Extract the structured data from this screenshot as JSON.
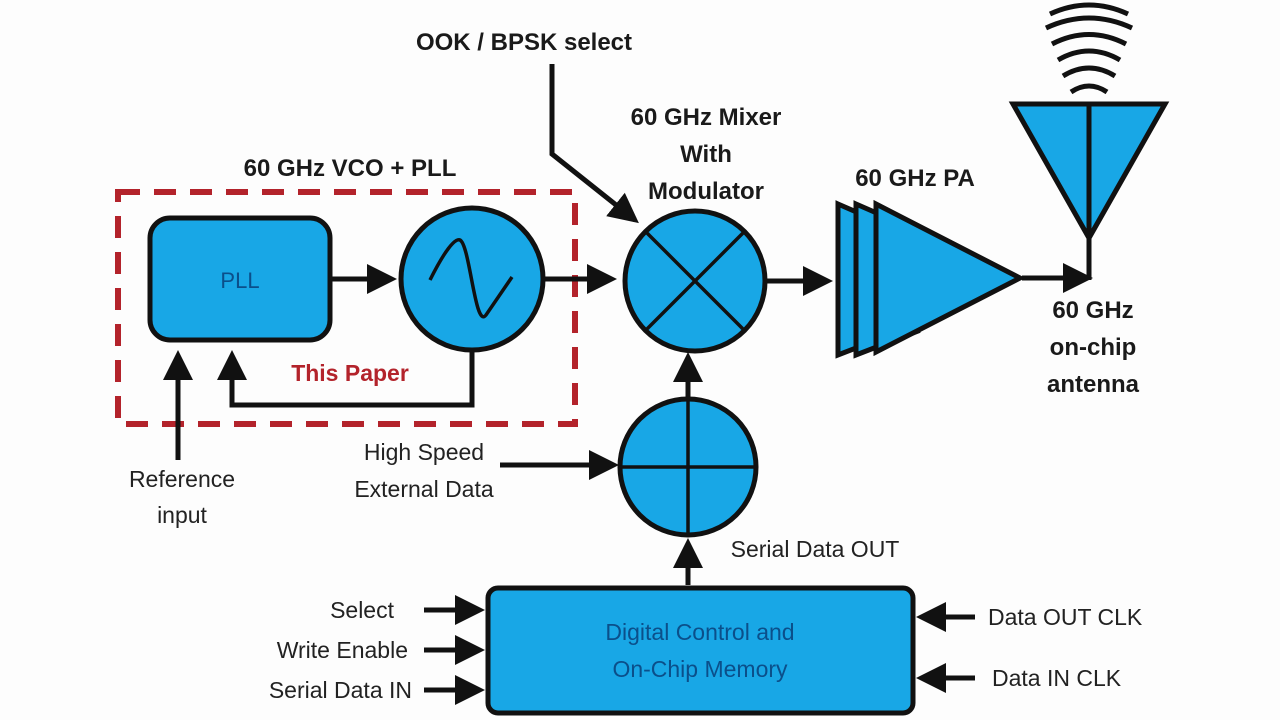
{
  "diagram": {
    "colors": {
      "block_fill": "#18a7e6",
      "outline": "#111111",
      "highlight_box": "#b3232b",
      "inner_text": "#0b4f8a"
    },
    "labels": {
      "vco_pll_group": "60 GHz VCO + PLL",
      "this_paper": "This Paper",
      "pll_block": "PLL",
      "ook_bpsk": "OOK / BPSK select",
      "mixer_line1": "60 GHz Mixer",
      "mixer_line2": "With",
      "mixer_line3": "Modulator",
      "pa": "60 GHz PA",
      "antenna_line1": "60 GHz",
      "antenna_line2": "on-chip",
      "antenna_line3": "antenna",
      "reference_line1": "Reference",
      "reference_line2": "input",
      "hs_line1": "High Speed",
      "hs_line2": "External Data",
      "serial_out": "Serial Data OUT",
      "digital_line1": "Digital Control and",
      "digital_line2": "On-Chip Memory",
      "select": "Select",
      "write_enable": "Write Enable",
      "serial_in": "Serial Data IN",
      "data_out_clk": "Data OUT CLK",
      "data_in_clk": "Data IN CLK"
    },
    "icons": {
      "vco": "sine-wave-oscillator-icon",
      "mixer": "mixer-cross-icon",
      "adder": "summing-junction-icon",
      "pa": "amplifier-triangle-icon",
      "antenna": "antenna-icon"
    }
  }
}
